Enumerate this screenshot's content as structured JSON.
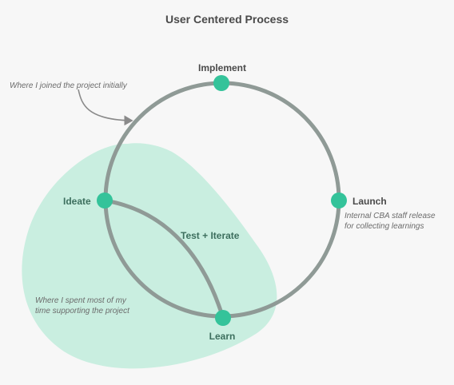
{
  "title": "User Centered Process",
  "nodes": {
    "implement": "Implement",
    "ideate": "Ideate",
    "launch": "Launch",
    "learn": "Learn"
  },
  "loop_label": "Test + Iterate",
  "notes": {
    "joined": "Where I joined the project initially",
    "launch_line1": "Internal CBA staff release",
    "launch_line2": "for collecting learnings",
    "spent_line1": "Where I spent most of my",
    "spent_line2": "time supporting the project"
  },
  "colors": {
    "background": "#f7f7f7",
    "blob": "#c9eee0",
    "circle": "#8f9a96",
    "node": "#34c39a",
    "text_dark": "#4a4a4a",
    "text_green": "#3d6f5e",
    "note": "#6b6b6b",
    "arrow": "#8a8a8a"
  }
}
